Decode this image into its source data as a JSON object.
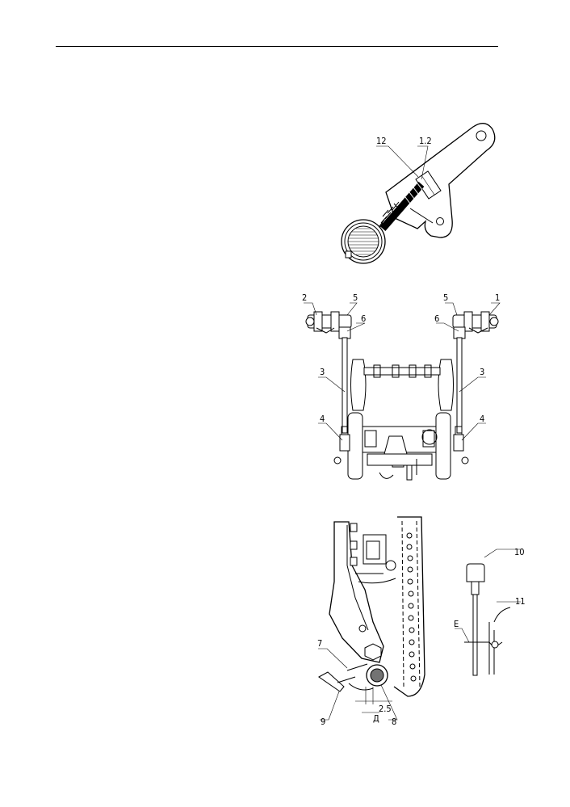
{
  "figure": {
    "top_detail": {
      "callouts": [
        "12",
        "1.2"
      ]
    },
    "middle_assembly": {
      "callouts": [
        "2",
        "5",
        "6",
        "3",
        "4",
        "5",
        "1",
        "6",
        "3",
        "4"
      ]
    },
    "bottom_detail": {
      "callouts": [
        "7",
        "9",
        "8",
        "10",
        "11"
      ],
      "dimension": "2.5",
      "markers": [
        "E",
        "Д"
      ]
    }
  }
}
